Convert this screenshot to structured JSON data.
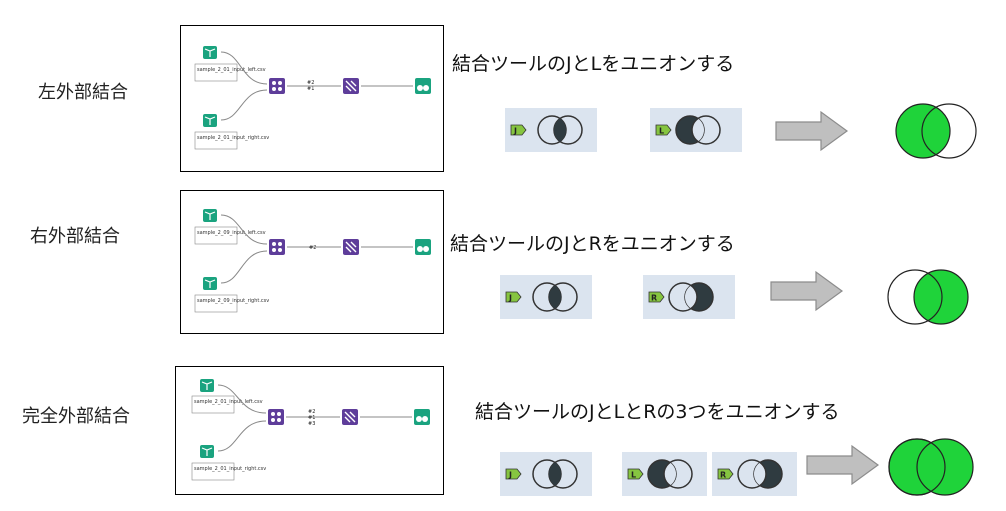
{
  "rows": [
    {
      "label": "左外部結合",
      "desc": "結合ツールのJとLをユニオンする",
      "file_top": "sample_2_01_input_left.csv",
      "file_bottom": "sample_2_01_input_right.csv",
      "join_anchors": [
        "#2",
        "#1"
      ],
      "anchors": [
        {
          "tag": "J",
          "fill": "intersection"
        },
        {
          "tag": "L",
          "fill": "left-only"
        }
      ],
      "result": "left"
    },
    {
      "label": "右外部結合",
      "desc": "結合ツールのJとRをユニオンする",
      "file_top": "sample_2_09_input_left.csv",
      "file_bottom": "sample_2_09_input_right.csv",
      "join_anchors": [
        "#2"
      ],
      "anchors": [
        {
          "tag": "J",
          "fill": "intersection"
        },
        {
          "tag": "R",
          "fill": "right-only"
        }
      ],
      "result": "right"
    },
    {
      "label": "完全外部結合",
      "desc": "結合ツールのJとLとRの3つをユニオンする",
      "file_top": "sample_2_01_input_left.csv",
      "file_bottom": "sample_2_01_input_right.csv",
      "join_anchors": [
        "#2",
        "#1",
        "#3"
      ],
      "anchors": [
        {
          "tag": "J",
          "fill": "intersection"
        },
        {
          "tag": "L",
          "fill": "left-only"
        },
        {
          "tag": "R",
          "fill": "right-only"
        }
      ],
      "result": "full"
    }
  ],
  "colors": {
    "venn_fill": "#1fd33a",
    "anchor_bg": "#dbe4ef",
    "anchor_dark": "#2f3b40",
    "tag_green": "#86c540",
    "tool_purple": "#5e3d9a",
    "tool_teal": "#1aa37f",
    "arrow_grey": "#bfbfbf"
  }
}
